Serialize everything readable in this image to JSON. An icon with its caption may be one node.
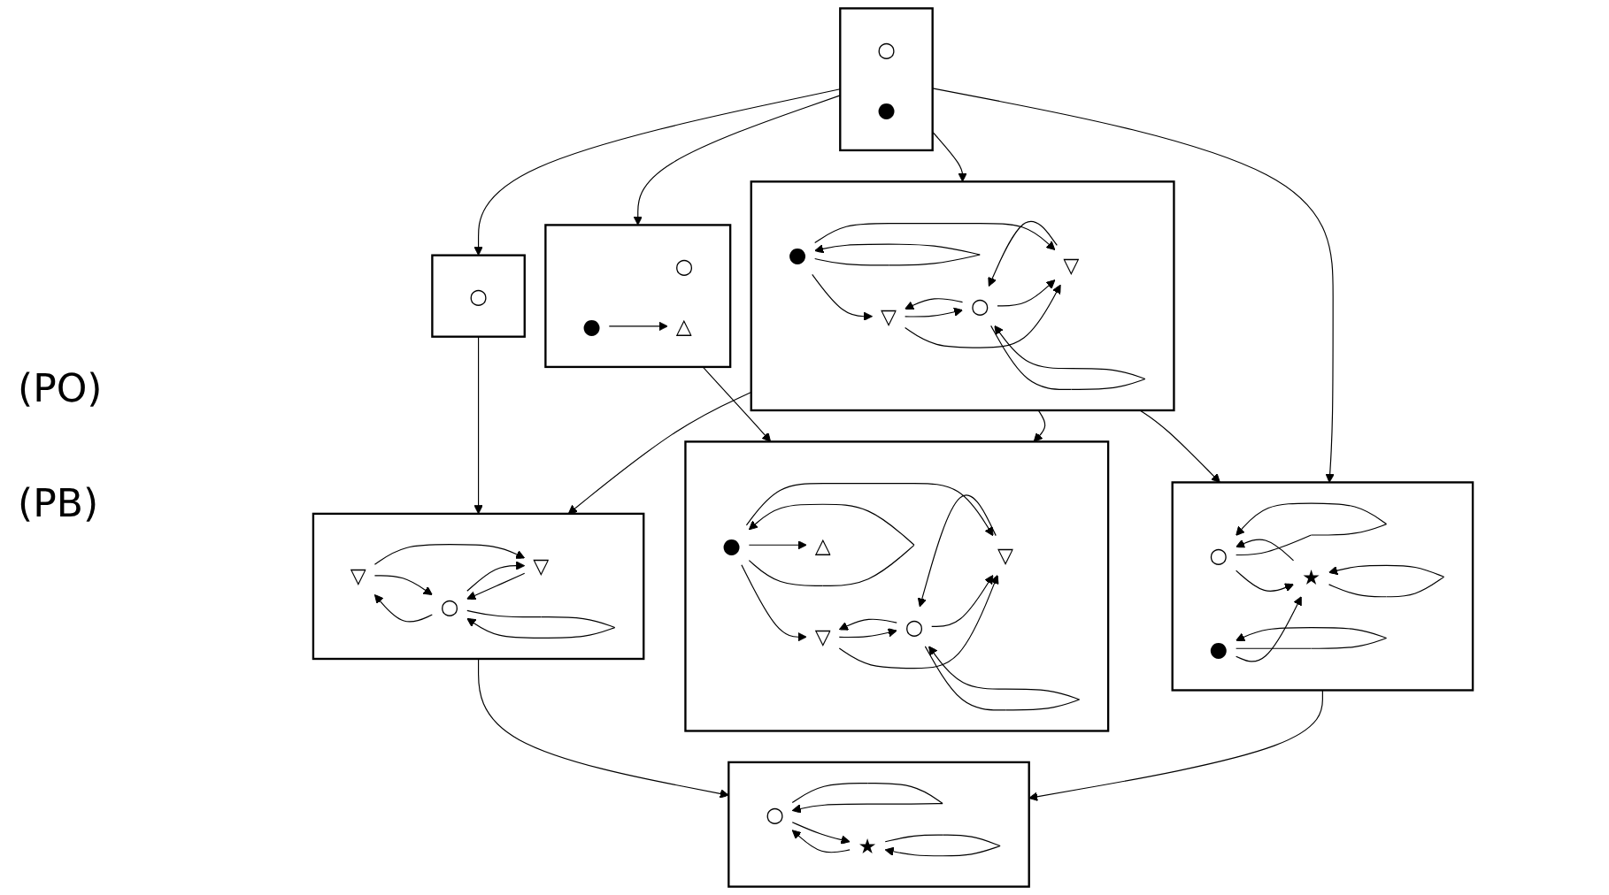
{
  "diagram": {
    "nodes": [
      {
        "text": [],
        "shape": "box"
      },
      {
        "text": [
          "○"
        ],
        "in": 0
      },
      {
        "text": [],
        "shape": "box"
      },
      {
        "text": [
          "○"
        ],
        "in": 2
      },
      {
        "text": [
          "●"
        ],
        "in": 2
      },
      {
        "text": [],
        "shape": "box"
      },
      {
        "text": [
          "○"
        ],
        "in": 5
      },
      {
        "text": [
          "●"
        ],
        "in": 5
      },
      {
        "text": [
          "△"
        ],
        "in": 5
      },
      {
        "text": [],
        "shape": "box"
      },
      {
        "text": [
          "▽"
        ],
        "in": 9
      },
      {
        "text": [
          "○"
        ],
        "in": 9
      },
      {
        "text": [
          "▽"
        ],
        "in": 9
      },
      {
        "text": [],
        "shape": "box"
      },
      {
        "text": [
          "▽"
        ],
        "in": 13
      },
      {
        "text": [
          "○"
        ],
        "in": 13
      },
      {
        "text": [
          "▽"
        ],
        "in": 13
      },
      {
        "text": [
          "●"
        ],
        "in": 13
      },
      {
        "text": [],
        "shape": "box"
      },
      {
        "text": [
          "▽"
        ],
        "in": 18
      },
      {
        "text": [
          "○"
        ],
        "in": 18
      },
      {
        "text": [
          "▽"
        ],
        "in": 18
      },
      {
        "text": [
          "●"
        ],
        "in": 18
      },
      {
        "text": [
          "△"
        ],
        "in": 18
      },
      {
        "text": [],
        "shape": "box"
      },
      {
        "text": [
          "○"
        ],
        "in": 24
      },
      {
        "text": [
          "★"
        ],
        "in": 24
      },
      {
        "text": [],
        "shape": "box"
      },
      {
        "text": [
          "○"
        ],
        "in": 27
      },
      {
        "text": [
          "★"
        ],
        "in": 27
      },
      {
        "text": [
          "●"
        ],
        "in": 27
      }
    ],
    "edges": [
      {
        "from": 2,
        "to": 0,
        "arrow": "to"
      },
      {
        "from": 2,
        "to": 5,
        "arrow": "to"
      },
      {
        "from": 0,
        "to": 9,
        "arrow": "to"
      },
      {
        "from": 2,
        "to": 13,
        "arrow": "to"
      },
      {
        "from": 5,
        "to": 18,
        "arrow": "to"
      },
      {
        "from": 13,
        "to": 9,
        "arrow": "to"
      },
      {
        "from": 13,
        "to": 18,
        "arrow": "to"
      },
      {
        "from": 9,
        "to": 24,
        "arrow": "to"
      },
      {
        "from": 13,
        "to": 27,
        "arrow": "to"
      },
      {
        "from": 2,
        "to": 27,
        "arrow": "to"
      },
      {
        "from": 27,
        "to": 24,
        "arrow": "to"
      },
      {
        "from": 7,
        "to": 8,
        "arrow": "to"
      },
      {
        "from": 10,
        "to": 11,
        "arrow": "to"
      },
      {
        "from": 11,
        "to": 10,
        "arrow": "to"
      },
      {
        "from": 10,
        "to": 12,
        "arrow": "to"
      },
      {
        "from": 12,
        "to": 11,
        "arrow": "to"
      },
      {
        "from": 11,
        "to": 12,
        "arrow": "to"
      },
      {
        "from": 11,
        "to": 11,
        "arrow": "to"
      },
      {
        "from": 14,
        "to": 15,
        "arrow": "to"
      },
      {
        "from": 15,
        "to": 14,
        "arrow": "to"
      },
      {
        "from": 14,
        "to": 16,
        "arrow": "to"
      },
      {
        "from": 16,
        "to": 15,
        "arrow": "to"
      },
      {
        "from": 15,
        "to": 16,
        "arrow": "to"
      },
      {
        "from": 15,
        "to": 15,
        "arrow": "to"
      },
      {
        "from": 17,
        "to": 14,
        "arrow": "to"
      },
      {
        "from": 17,
        "to": 16,
        "arrow": "to"
      },
      {
        "from": 17,
        "to": 17,
        "arrow": "to"
      },
      {
        "from": 19,
        "to": 20,
        "arrow": "to"
      },
      {
        "from": 20,
        "to": 19,
        "arrow": "to"
      },
      {
        "from": 19,
        "to": 21,
        "arrow": "to"
      },
      {
        "from": 21,
        "to": 20,
        "arrow": "to"
      },
      {
        "from": 20,
        "to": 21,
        "arrow": "to"
      },
      {
        "from": 20,
        "to": 20,
        "arrow": "to"
      },
      {
        "from": 22,
        "to": 19,
        "arrow": "to"
      },
      {
        "from": 22,
        "to": 21,
        "arrow": "to"
      },
      {
        "from": 22,
        "to": 22,
        "arrow": "to"
      },
      {
        "from": 22,
        "to": 23,
        "arrow": "to"
      },
      {
        "from": 25,
        "to": 26,
        "arrow": "to"
      },
      {
        "from": 26,
        "to": 25,
        "arrow": "to"
      },
      {
        "from": 25,
        "to": 25,
        "arrow": "to"
      },
      {
        "from": 26,
        "to": 26,
        "arrow": "to"
      },
      {
        "from": 28,
        "to": 29,
        "arrow": "to"
      },
      {
        "from": 29,
        "to": 28,
        "arrow": "to"
      },
      {
        "from": 29,
        "to": 29,
        "arrow": "to"
      },
      {
        "from": 30,
        "to": 29,
        "arrow": "to"
      },
      {
        "from": 28,
        "to": 28,
        "arrow": "to"
      },
      {
        "from": 30,
        "to": 30,
        "arrow": "to"
      }
    ],
    "labels": [
      "(PO)",
      "(PB)"
    ]
  }
}
